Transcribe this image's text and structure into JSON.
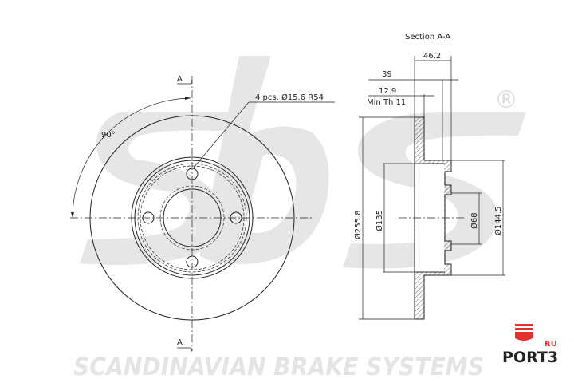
{
  "drawing": {
    "section_title": "Section A-A",
    "section_marker": "A",
    "angle_label": "90°",
    "hole_note": "4 pcs. Ø15.6 R54",
    "dimensions": {
      "width_total": "46.2",
      "offset": "39",
      "thickness": "12.9",
      "min_thickness": "Min Th 11",
      "outer_diameter": "Ø255.8",
      "hat_inner_diameter": "Ø135",
      "center_bore": "Ø68",
      "hat_outer_diameter": "Ø144.5"
    }
  },
  "watermark": {
    "brand": "sbs",
    "tagline": "SCANDINAVIAN BRAKE SYSTEMS",
    "registered": "®",
    "overlay": "RU PORT3"
  },
  "logo": {
    "text": "PORT3",
    "suffix": "RU",
    "color": "#e53030"
  }
}
